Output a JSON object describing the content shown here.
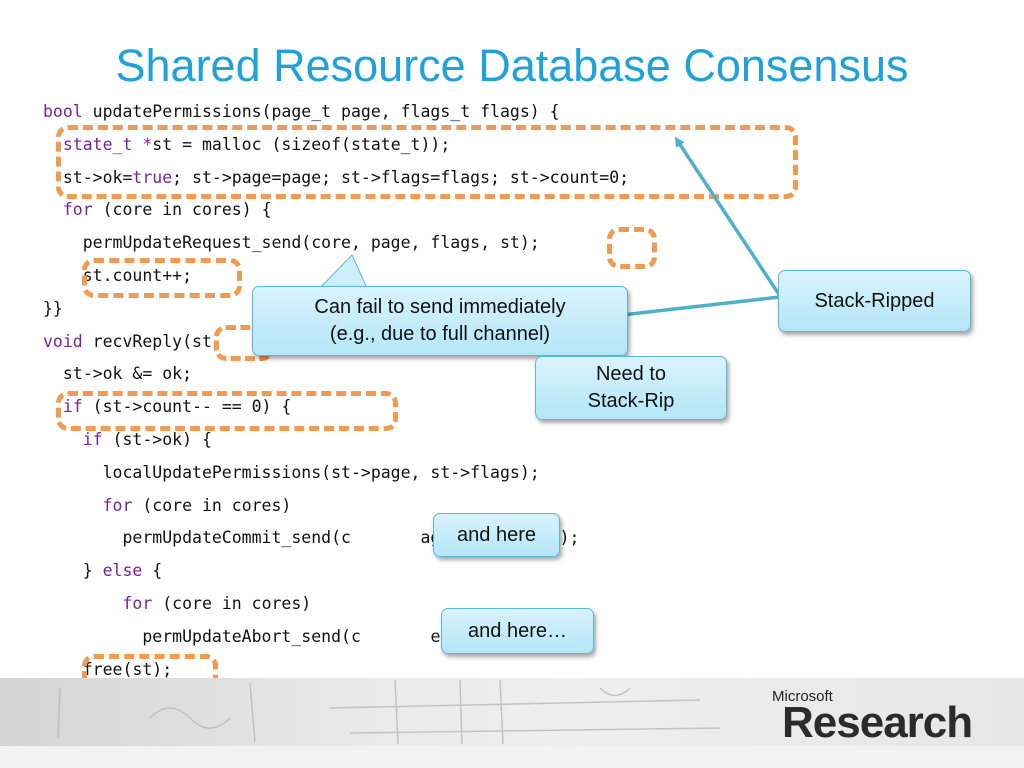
{
  "slide": {
    "title": "Shared Resource Database Consensus"
  },
  "code_lines": [
    [
      {
        "t": "bool",
        "kw": true
      },
      {
        "t": " updatePermissions(page_t page, flags_t flags) {"
      }
    ],
    [
      {
        "t": "  state_t *",
        "kw": true
      },
      {
        "t": "st = malloc (sizeof(state_t));"
      }
    ],
    [
      {
        "t": "  st->ok="
      },
      {
        "t": "true",
        "kw": true
      },
      {
        "t": "; st->page=page; st->flags=flags; st->count=0;"
      }
    ],
    [
      {
        "t": "  "
      },
      {
        "t": "for",
        "kw": true
      },
      {
        "t": " (core in cores) {"
      }
    ],
    [
      {
        "t": "    permUpdateRequest_send(core, page, flags, st);"
      }
    ],
    [
      {
        "t": "    st.count++;"
      }
    ],
    [
      {
        "t": "}}"
      }
    ],
    [
      {
        "t": "void",
        "kw": true
      },
      {
        "t": " recvReply(st"
      }
    ],
    [
      {
        "t": "  st->ok &= ok;"
      }
    ],
    [
      {
        "t": "  "
      },
      {
        "t": "if",
        "kw": true
      },
      {
        "t": " (st->count-- == 0) {"
      }
    ],
    [
      {
        "t": "    "
      },
      {
        "t": "if",
        "kw": true
      },
      {
        "t": " (st->ok) {"
      }
    ],
    [
      {
        "t": "      localUpdatePermissions(st->page, st->flags);"
      }
    ],
    [
      {
        "t": "      "
      },
      {
        "t": "for",
        "kw": true
      },
      {
        "t": " (core in cores)"
      }
    ],
    [
      {
        "t": "        permUpdateCommit_send(c"
      },
      {
        "t": "       ",
        "hidden": true
      },
      {
        "t": "age, st->flags);"
      }
    ],
    [
      {
        "t": "    } "
      },
      {
        "t": "else",
        "kw": true
      },
      {
        "t": " {"
      }
    ],
    [
      {
        "t": "        "
      },
      {
        "t": "for",
        "kw": true
      },
      {
        "t": " (core in cores)"
      }
    ],
    [
      {
        "t": "          permUpdateAbort_send(c"
      },
      {
        "t": "       ",
        "hidden": true
      },
      {
        "t": "e , st->flags);"
      }
    ],
    [
      {
        "t": "    free(st);"
      }
    ],
    [
      {
        "t": "}}"
      }
    ]
  ],
  "callouts": {
    "stack_ripped": "Stack-Ripped",
    "can_fail_line1": "Can fail to send immediately",
    "can_fail_line2": "(e.g., due to full channel)",
    "need_line1": "Need to",
    "need_line2": "Stack-Rip",
    "and_here": "and here",
    "and_here_more": "and here…"
  },
  "logo": {
    "company": "Microsoft",
    "division": "Research"
  },
  "colors": {
    "title": "#1fa2dc",
    "keyword": "#7a1fa2",
    "dash_highlight": "#f29a52",
    "callout_fill": "#c4ecfa",
    "arrow": "#4fb0c9"
  }
}
